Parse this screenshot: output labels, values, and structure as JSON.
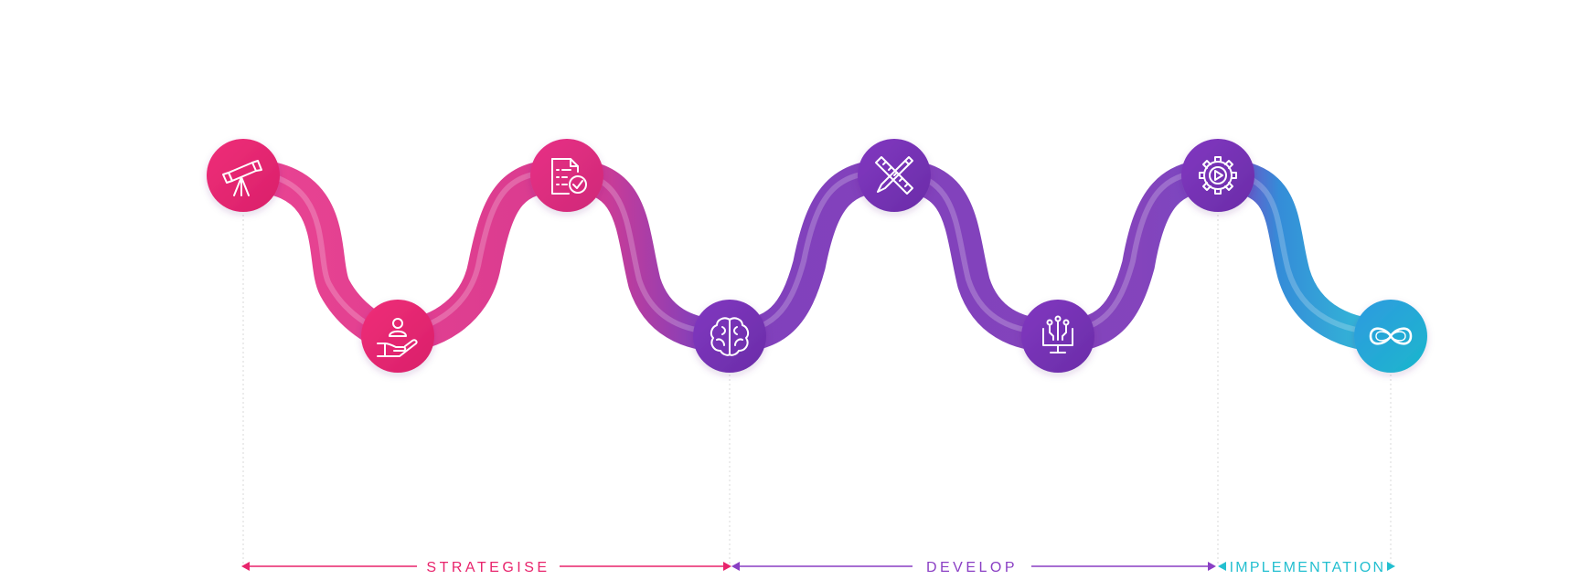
{
  "phases": [
    {
      "label": "STRATEGISE",
      "color": "#e8246c"
    },
    {
      "label": "DEVELOP",
      "color": "#8a3fc4"
    },
    {
      "label": "IMPLEMENTATION",
      "color": "#23bfd0"
    }
  ],
  "steps": [
    {
      "icon": "telescope-icon",
      "color": "#e8246c"
    },
    {
      "icon": "hand-person-icon",
      "color": "#e8246c"
    },
    {
      "icon": "checklist-document-icon",
      "color": "#e02d7a"
    },
    {
      "icon": "brain-icon",
      "color": "#7a34b8"
    },
    {
      "icon": "pencil-ruler-icon",
      "color": "#7a34b8"
    },
    {
      "icon": "monitor-network-icon",
      "color": "#7a34b8"
    },
    {
      "icon": "gear-play-icon",
      "color": "#7a34b8"
    },
    {
      "icon": "infinity-icon",
      "color": "#1f9fd0"
    }
  ]
}
